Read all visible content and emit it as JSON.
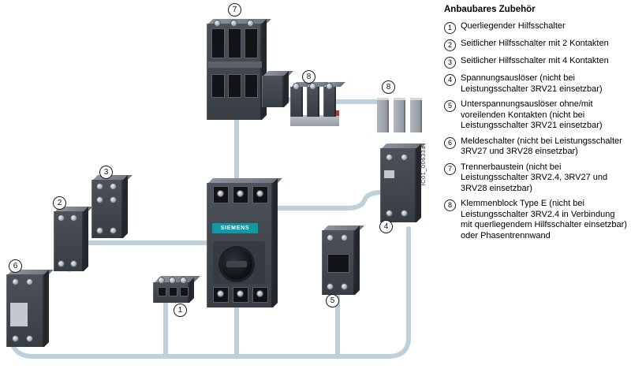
{
  "legend": {
    "title": "Anbaubares Zubehör",
    "items": [
      {
        "num": "1",
        "text": "Querliegender Hilfsschalter"
      },
      {
        "num": "2",
        "text": "Seitlicher Hilfsschalter mit 2 Kontakten"
      },
      {
        "num": "3",
        "text": "Seitlicher Hilfsschalter mit 4 Kontakten"
      },
      {
        "num": "4",
        "text": "Spannungsauslöser (nicht bei Leistungsschalter 3RV21 einsetzbar)"
      },
      {
        "num": "5",
        "text": "Unterspannungsauslöser ohne/mit voreilenden Kontakten (nicht bei Leistungsschalter 3RV21 einsetzbar)"
      },
      {
        "num": "6",
        "text": "Meldeschalter (nicht bei Leistungsschalter 3RV27 und 3RV28 einsetzbar)"
      },
      {
        "num": "7",
        "text": "Trennerbaustein (nicht bei Leistungsschalter 3RV2.4, 3RV27 und 3RV28 einsetzbar)"
      },
      {
        "num": "8",
        "text": "Klemmenblock Type E (nicht bei Leistungsschalter 3RV2.4 in Verbindung mit querliegendem Hilfsschalter einsetzbar) oder Phasentrennwand"
      }
    ]
  },
  "diagram": {
    "brand": "SIEMENS",
    "watermark": "IC01_00633a",
    "callouts": [
      {
        "num": "7"
      },
      {
        "num": "8"
      },
      {
        "num": "8"
      },
      {
        "num": "3"
      },
      {
        "num": "2"
      },
      {
        "num": "6"
      },
      {
        "num": "1"
      },
      {
        "num": "5"
      },
      {
        "num": "4"
      }
    ],
    "colors": {
      "connector_line": "#bdd0db",
      "component_dark": "#383c43",
      "component_light": "#8d949c",
      "accent_teal": "#0e9aa5",
      "background": "#ffffff"
    }
  }
}
